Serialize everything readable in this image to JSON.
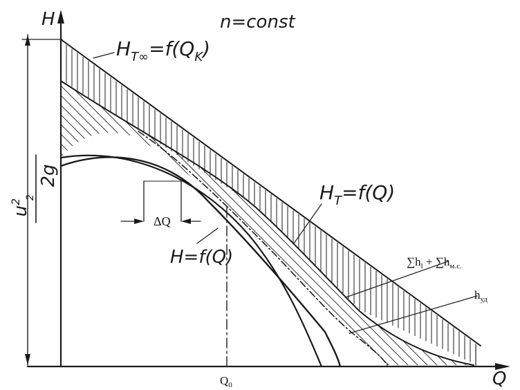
{
  "diagram": {
    "axis_h_label": "H",
    "axis_q_label": "Q",
    "header_label": "n=const",
    "curve_ht_inf_label": "H",
    "curve_ht_inf_sub": "T∞",
    "curve_ht_inf_rest": "=f(Q",
    "curve_ht_inf_sub2": "K",
    "curve_ht_inf_close": ")",
    "curve_ht_label": "H",
    "curve_ht_sub": "T",
    "curve_ht_rest": "=f(Q)",
    "curve_h_label": "H=f(Q)",
    "delta_q_label": "ΔQ",
    "loss_label": "∑h",
    "loss_sub1": "l",
    "loss_mid": " + ∑h",
    "loss_sub2": "м.с.",
    "shock_label": "h",
    "shock_sub": "уд",
    "q0_label": "Q",
    "q0_sub": "0",
    "u2_num": "u",
    "u2_sup": "2",
    "u2_sub": "2",
    "u2_den": "2g",
    "ink_color": "#1a1a1a"
  }
}
